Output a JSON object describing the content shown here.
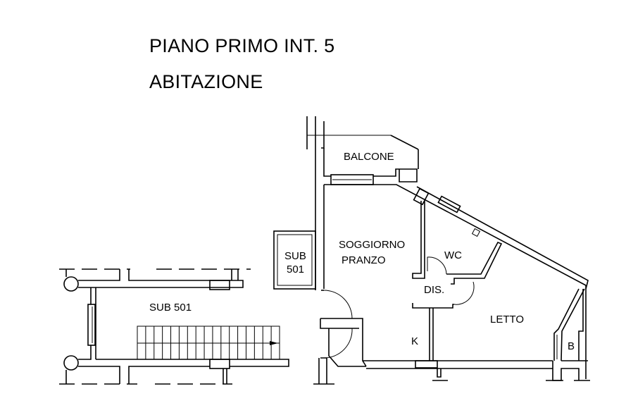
{
  "title": {
    "line1": "PIANO PRIMO INT. 5",
    "line2": "ABITAZIONE"
  },
  "rooms": {
    "balcone": "BALCONE",
    "soggiorno": "SOGGIORNO",
    "pranzo": "PRANZO",
    "wc": "WC",
    "dis": "DIS.",
    "letto": "LETTO",
    "k": "K",
    "b": "B",
    "sub_small_1": "SUB",
    "sub_small_2": "501",
    "sub_large": "SUB 501"
  }
}
